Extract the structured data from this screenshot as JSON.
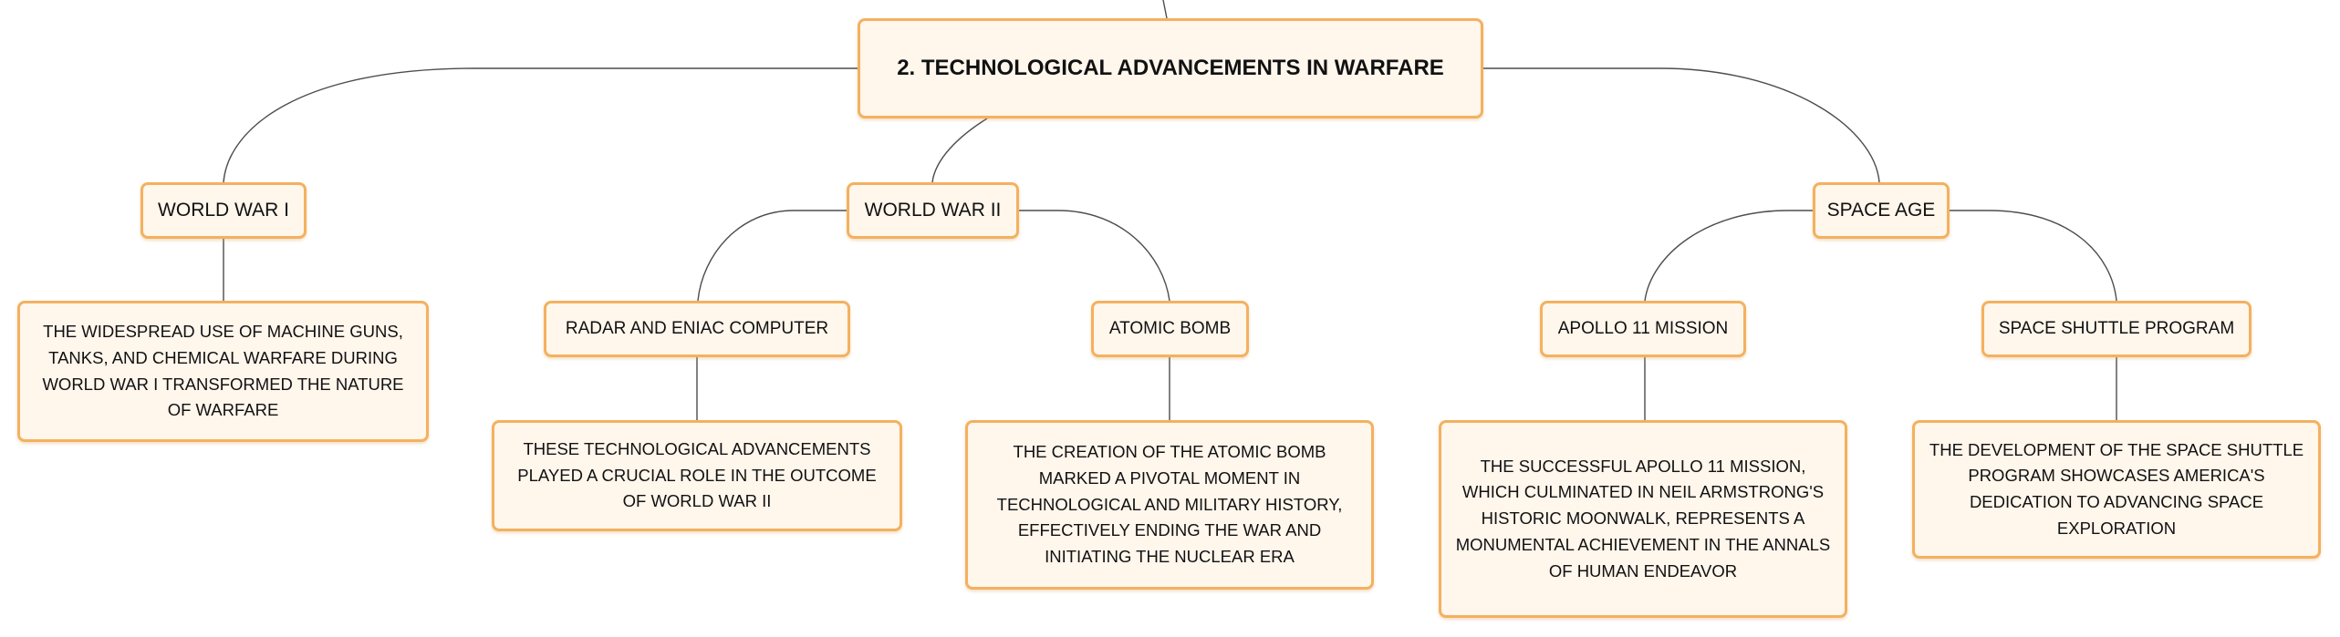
{
  "root": {
    "title": "2. Technological Advancements in Warfare"
  },
  "topics": {
    "ww1": {
      "label": "World War I",
      "detail": "The widespread use of machine guns, tanks, and chemical warfare during World War I transformed the nature of warfare"
    },
    "ww2": {
      "label": "World War II",
      "radar": {
        "label": "Radar and ENIAC computer",
        "detail": "These technological advancements played a crucial role in the outcome of World War II"
      },
      "bomb": {
        "label": "Atomic bomb",
        "detail": "The creation of the atomic bomb marked a pivotal moment in technological and military history, effectively ending the war and initiating the nuclear era"
      }
    },
    "space": {
      "label": "Space Age",
      "apollo": {
        "label": "Apollo 11 Mission",
        "detail": "The successful Apollo 11 mission, which culminated in Neil Armstrong's historic moonwalk, represents a monumental achievement in the annals of human endeavor"
      },
      "shuttle": {
        "label": "Space Shuttle Program",
        "detail": "The development of the space shuttle program showcases America's dedication to advancing space exploration"
      }
    }
  },
  "colors": {
    "node_fill": "#fff6ec",
    "node_border": "#f3b15f",
    "connector": "#4d4d4d"
  }
}
